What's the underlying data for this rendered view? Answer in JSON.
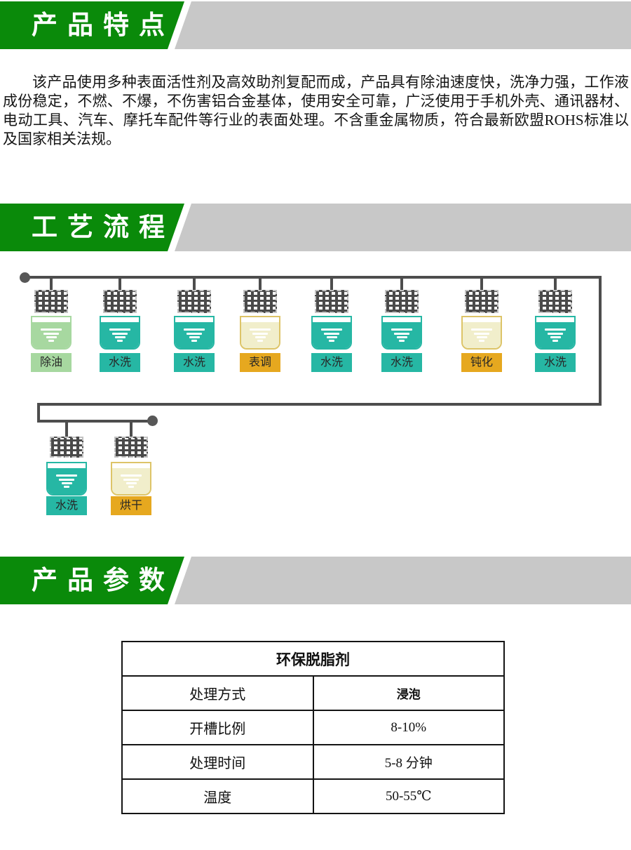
{
  "features": {
    "title": "产品特点",
    "paragraph": "该产品使用多种表面活性剂及高效助剂复配而成，产品具有除油速度快，洗净力强，工作液成份稳定，不燃、不爆，不伤害铝合金基体，使用安全可靠，广泛使用于手机外壳、通讯器材、电动工具、汽车、摩托车配件等行业的表面处理。不含重金属物质，符合最新欧盟ROHS标准以及国家相关法规。"
  },
  "process": {
    "title": "工艺流程",
    "row1": [
      {
        "label": "除油",
        "type": "green"
      },
      {
        "label": "水洗",
        "type": "teal"
      },
      {
        "label": "水洗",
        "type": "teal"
      },
      {
        "label": "表调",
        "type": "gold"
      },
      {
        "label": "水洗",
        "type": "teal"
      },
      {
        "label": "水洗",
        "type": "teal"
      },
      {
        "label": "钝化",
        "type": "gold"
      },
      {
        "label": "水洗",
        "type": "teal"
      }
    ],
    "row2": [
      {
        "label": "水洗",
        "type": "teal"
      },
      {
        "label": "烘干",
        "type": "gold"
      }
    ]
  },
  "parameters": {
    "title": "产品参数",
    "table": {
      "header": "环保脱脂剂",
      "rows": [
        {
          "name": "处理方式",
          "value": "浸泡"
        },
        {
          "name": "开槽比例",
          "value": "8-10%"
        },
        {
          "name": "处理时间",
          "value": "5-8 分钟"
        },
        {
          "name": "温度",
          "value": "50-55℃"
        }
      ]
    }
  },
  "colors": {
    "banner_green": "#0a8a0a",
    "banner_gray": "#c8c8c8",
    "teal": "#26b7a4",
    "light_green": "#a7d8a0",
    "cream": "#f1eecb",
    "gold": "#e6a81f",
    "pipe_gray": "#4d4d4d"
  }
}
